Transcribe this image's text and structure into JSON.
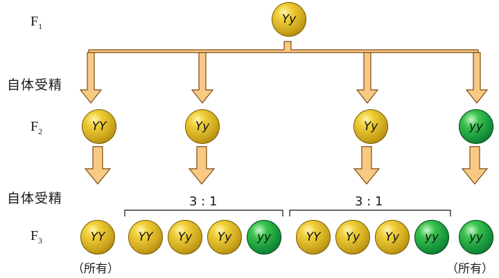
{
  "generations": [
    {
      "main": "F",
      "sub": "1"
    },
    {
      "main": "F",
      "sub": "2"
    },
    {
      "main": "F",
      "sub": "3"
    }
  ],
  "selfing_label": "自体受精",
  "ratio_label": "3 : 1",
  "all_label": "（所有）",
  "f1": "Yy",
  "f2": [
    "YY",
    "Yy",
    "Yy",
    "yy"
  ],
  "f3_group_a": [
    "YY",
    "Yy",
    "Yy",
    "yy"
  ],
  "f3_group_b": [
    "YY",
    "Yy",
    "Yy",
    "yy"
  ],
  "f3_left": "YY",
  "f3_right": "yy",
  "colors": {
    "yellow": "#d4ae22",
    "green": "#1a9e3c",
    "arrow_fill": "#f7c983",
    "arrow_stroke": "#7a4a12"
  }
}
